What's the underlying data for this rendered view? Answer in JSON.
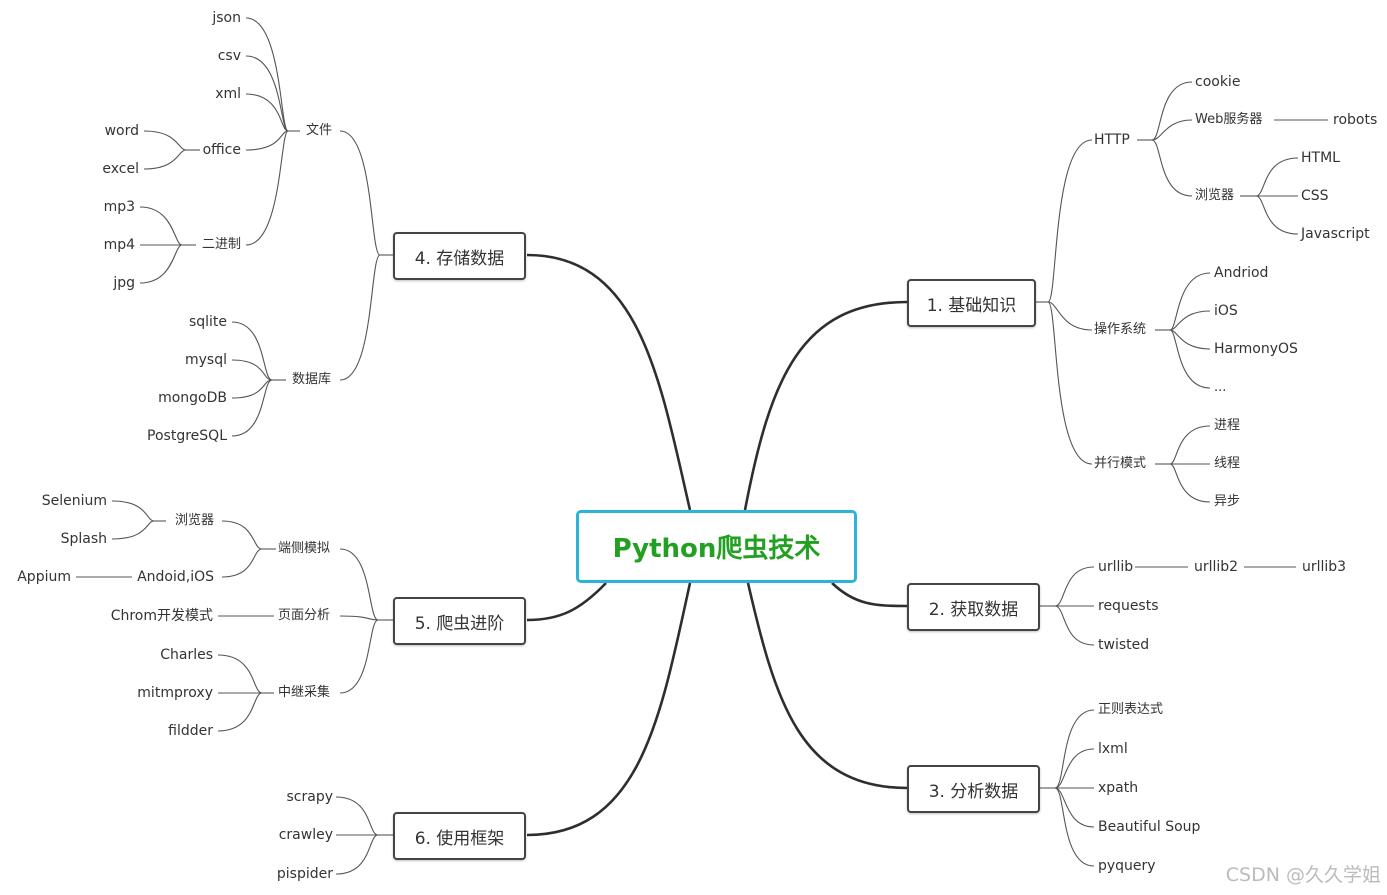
{
  "central": "Python爬虫技术",
  "branches": {
    "b1": "1. 基础知识",
    "b2": "2. 获取数据",
    "b3": "3. 分析数据",
    "b4": "4. 存储数据",
    "b5": "5. 爬虫进阶",
    "b6": "6. 使用框架"
  },
  "basic": {
    "http": "HTTP",
    "cookie": "cookie",
    "webserver": "Web服务器",
    "robots": "robots",
    "browser": "浏览器",
    "html": "HTML",
    "css": "CSS",
    "javascript": "Javascript",
    "os": "操作系统",
    "andriod": "Andriod",
    "ios": "iOS",
    "harmonyos": "HarmonyOS",
    "ellipsis": "...",
    "parallel": "并行模式",
    "process": "进程",
    "thread": "线程",
    "async": "异步"
  },
  "fetch": {
    "urllib": "urllib",
    "urllib2": "urllib2",
    "urllib3": "urllib3",
    "requests": "requests",
    "twisted": "twisted"
  },
  "parse": {
    "regex": "正则表达式",
    "lxml": "lxml",
    "xpath": "xpath",
    "bs": "Beautiful Soup",
    "pyquery": "pyquery"
  },
  "store": {
    "file": "文件",
    "json": "json",
    "csv": "csv",
    "xml": "xml",
    "office": "office",
    "word": "word",
    "excel": "excel",
    "binary": "二进制",
    "mp3": "mp3",
    "mp4": "mp4",
    "jpg": "jpg",
    "db": "数据库",
    "sqlite": "sqlite",
    "mysql": "mysql",
    "mongodb": "mongoDB",
    "postgresql": "PostgreSQL"
  },
  "advanced": {
    "client": "端侧模拟",
    "browser": "浏览器",
    "selenium": "Selenium",
    "splash": "Splash",
    "android_ios": "Andoid,iOS",
    "appium": "Appium",
    "page": "页面分析",
    "chrome": "Chrom开发模式",
    "relay": "中继采集",
    "charles": "Charles",
    "mitmproxy": "mitmproxy",
    "fiddler": "fildder"
  },
  "framework": {
    "scrapy": "scrapy",
    "crawley": "crawley",
    "pispider": "pispider"
  },
  "watermark": "CSDN @久久学姐"
}
